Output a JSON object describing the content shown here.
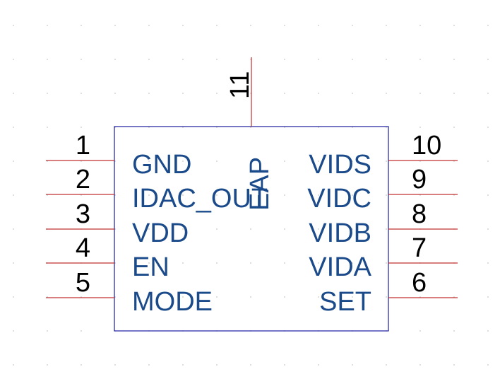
{
  "colors": {
    "body_outline": "#1a1aa0",
    "pin_line": "#c03030",
    "label_text": "#1a4a8a",
    "number_text": "#000000",
    "grid_dot": "#c8c8c8"
  },
  "top_pin": {
    "number": "11",
    "name": "EAP"
  },
  "left_pins": [
    {
      "number": "1",
      "name": "GND"
    },
    {
      "number": "2",
      "name": "IDAC_OUT"
    },
    {
      "number": "3",
      "name": "VDD"
    },
    {
      "number": "4",
      "name": "EN"
    },
    {
      "number": "5",
      "name": "MODE"
    }
  ],
  "right_pins": [
    {
      "number": "10",
      "name": "VIDS"
    },
    {
      "number": "9",
      "name": "VIDC"
    },
    {
      "number": "8",
      "name": "VIDB"
    },
    {
      "number": "7",
      "name": "VIDA"
    },
    {
      "number": "6",
      "name": "SET"
    }
  ]
}
